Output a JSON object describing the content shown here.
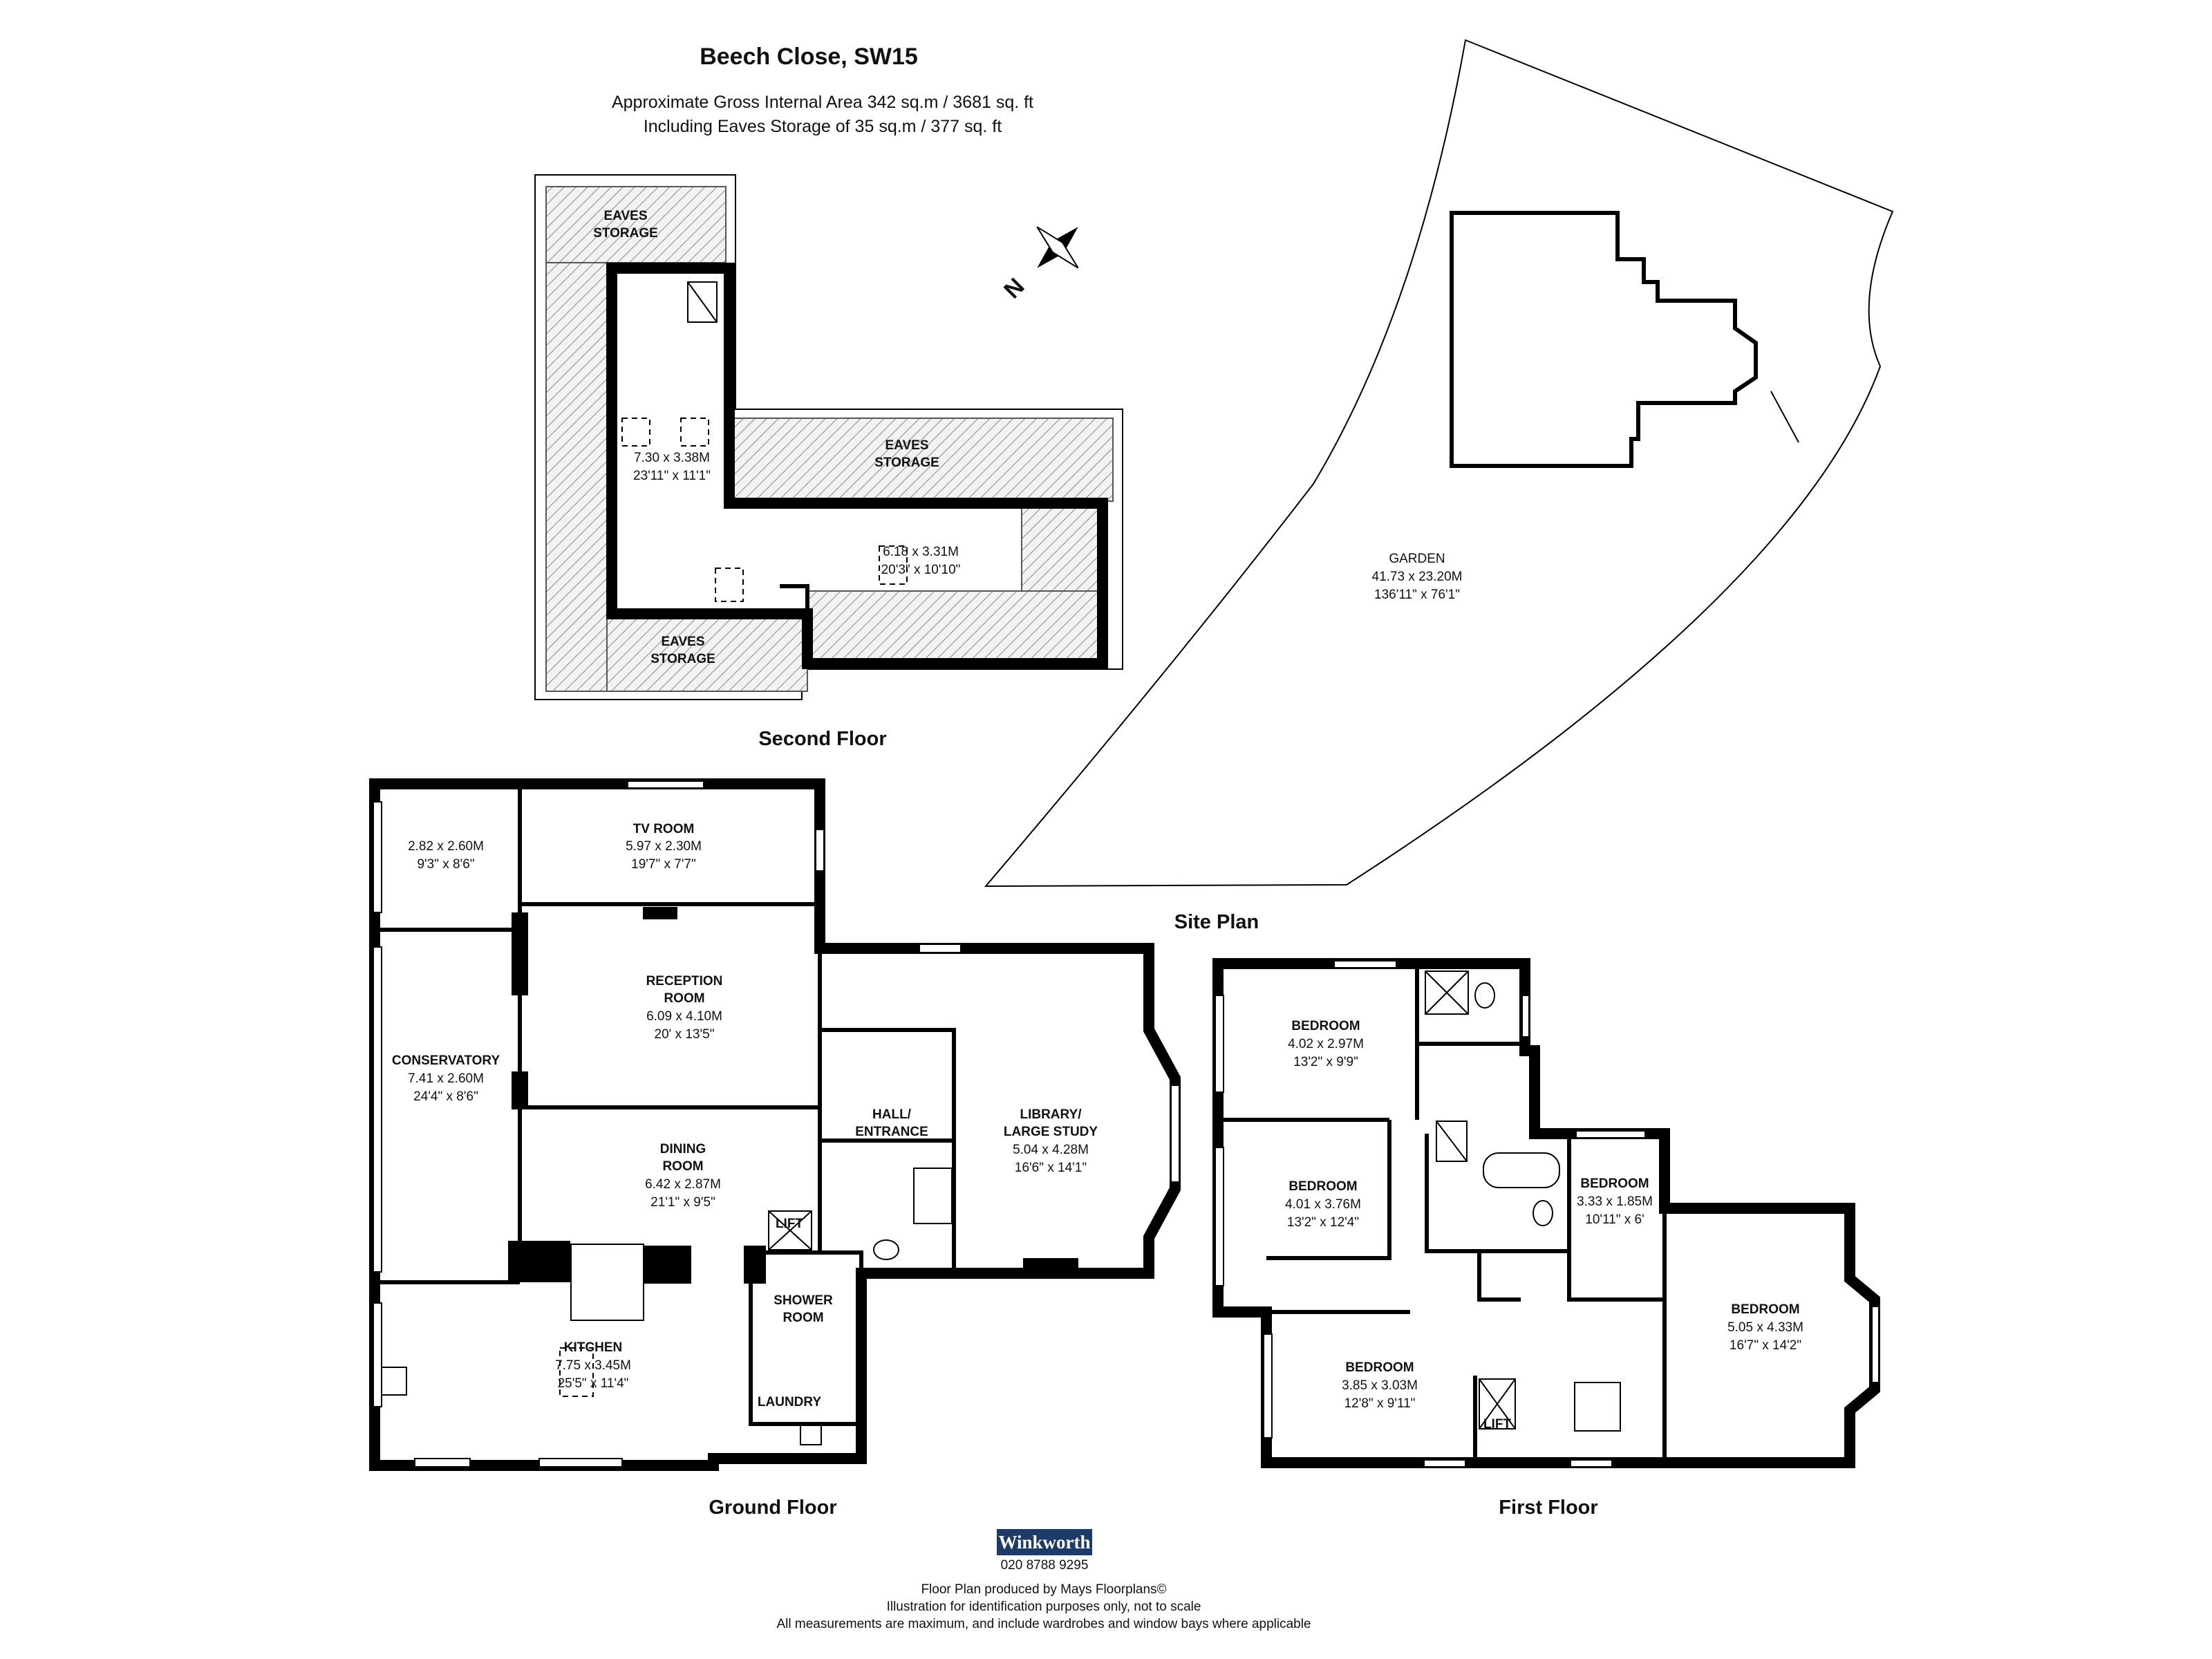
{
  "header": {
    "title": "Beech Close, SW15",
    "area_line": "Approximate Gross Internal Area 342 sq.m  /  3681 sq. ft",
    "eaves_line": "Including Eaves Storage of 35 sq.m  /  377 sq. ft"
  },
  "floors": {
    "second": {
      "label": "Second Floor",
      "rooms": [
        {
          "name": "EAVES",
          "name2": "STORAGE"
        },
        {
          "name": "EAVES",
          "name2": "STORAGE"
        },
        {
          "name": "EAVES",
          "name2": "STORAGE"
        },
        {
          "dim_m": "7.30 x 3.38M",
          "dim_ft": "23'11\" x 11'1\""
        },
        {
          "dim_m": "6.18 x 3.31M",
          "dim_ft": "20'3\" x 10'10\""
        }
      ]
    },
    "site": {
      "label": "Site Plan",
      "garden": {
        "name": "GARDEN",
        "dim_m": "41.73 x 23.20M",
        "dim_ft": "136'11\" x 76'1\""
      }
    },
    "ground": {
      "label": "Ground Floor",
      "rooms": [
        {
          "dim_m": "2.82 x 2.60M",
          "dim_ft": "9'3\" x 8'6\""
        },
        {
          "name": "TV ROOM",
          "dim_m": "5.97 x 2.30M",
          "dim_ft": "19'7\" x 7'7\""
        },
        {
          "name": "RECEPTION",
          "name2": "ROOM",
          "dim_m": "6.09 x 4.10M",
          "dim_ft": "20' x 13'5\""
        },
        {
          "name": "CONSERVATORY",
          "dim_m": "7.41 x 2.60M",
          "dim_ft": "24'4\" x 8'6\""
        },
        {
          "name": "DINING",
          "name2": "ROOM",
          "dim_m": "6.42 x 2.87M",
          "dim_ft": "21'1\" x 9'5\""
        },
        {
          "name": "HALL/",
          "name2": "ENTRANCE"
        },
        {
          "name": "LIBRARY/",
          "name2": "LARGE STUDY",
          "dim_m": "5.04 x 4.28M",
          "dim_ft": "16'6\" x 14'1\""
        },
        {
          "name": "KITCHEN",
          "dim_m": "7.75 x 3.45M",
          "dim_ft": "25'5\" x 11'4\""
        },
        {
          "name": "LIFT"
        },
        {
          "name": "SHOWER",
          "name2": "ROOM"
        },
        {
          "name": "LAUNDRY"
        }
      ]
    },
    "first": {
      "label": "First Floor",
      "rooms": [
        {
          "name": "BEDROOM",
          "dim_m": "4.02 x 2.97M",
          "dim_ft": "13'2\" x 9'9\""
        },
        {
          "name": "BEDROOM",
          "dim_m": "4.01 x 3.76M",
          "dim_ft": "13'2\" x 12'4\""
        },
        {
          "name": "BEDROOM",
          "dim_m": "3.33 x 1.85M",
          "dim_ft": "10'11\" x 6'"
        },
        {
          "name": "BEDROOM",
          "dim_m": "5.05 x 4.33M",
          "dim_ft": "16'7\" x 14'2\""
        },
        {
          "name": "BEDROOM",
          "dim_m": "3.85 x 3.03M",
          "dim_ft": "12'8\" x 9'11\""
        },
        {
          "name": "LIFT"
        }
      ]
    }
  },
  "compass": {
    "letter": "N"
  },
  "agent": {
    "logo_text": "Winkworth",
    "phone": "020 8788 9295",
    "brand_color": "#1c3b66"
  },
  "footer": {
    "line1": "Floor Plan produced by Mays Floorplans©",
    "line2": "Illustration for identification purposes only, not to scale",
    "line3": "All measurements are maximum, and include wardrobes and window bays where applicable"
  }
}
